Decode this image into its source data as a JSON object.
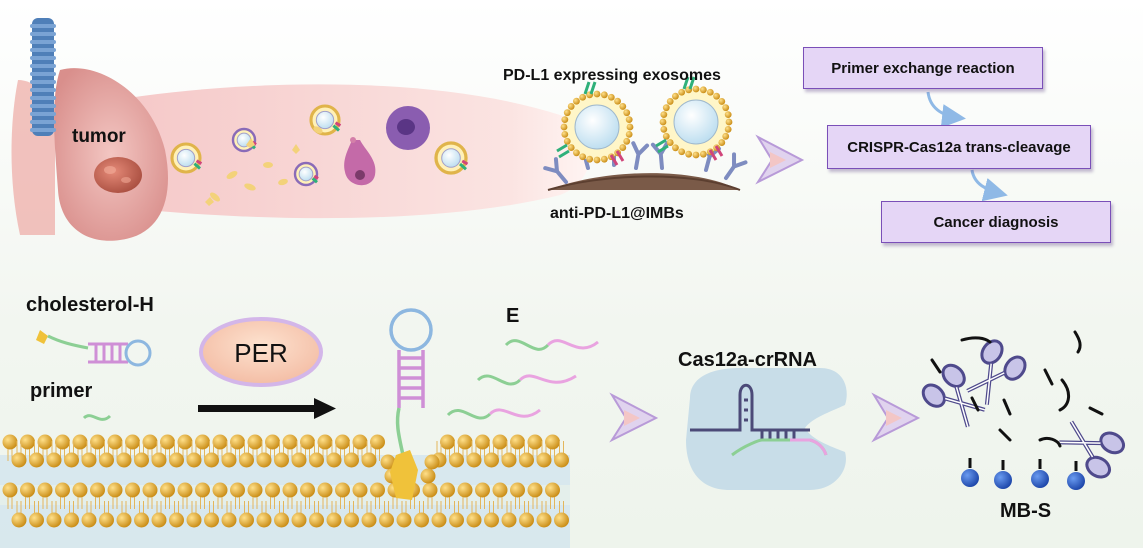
{
  "labels": {
    "tumor": "tumor",
    "exosomes": "PD-L1 expressing exosomes",
    "imbs": "anti-PD-L1@IMBs",
    "cholesterol": "cholesterol-H",
    "primer": "primer",
    "per": "PER",
    "e": "E",
    "cas": "Cas12a-crRNA",
    "mbs": "MB-S"
  },
  "workflow": [
    "Primer exchange reaction",
    "CRISPR-Cas12a trans-cleavage",
    "Cancer diagnosis"
  ],
  "colors": {
    "box_fill": "#e5d6f6",
    "box_border": "#7a4fb8",
    "lipid_head": "#e0a528",
    "hairpin": "#cf8fd6",
    "strand_green": "#8ccf94",
    "strand_pink": "#e9a3e0",
    "loop_blue": "#8db7e0",
    "vessel": "#f6d2d2",
    "cas_protein": "#c8dde8",
    "bead": "#2d61c8"
  },
  "icons": [
    "lung-icon",
    "trachea-icon",
    "exosome-icon",
    "scissors-icon",
    "magnetic-bead-icon",
    "arrow-icon"
  ]
}
